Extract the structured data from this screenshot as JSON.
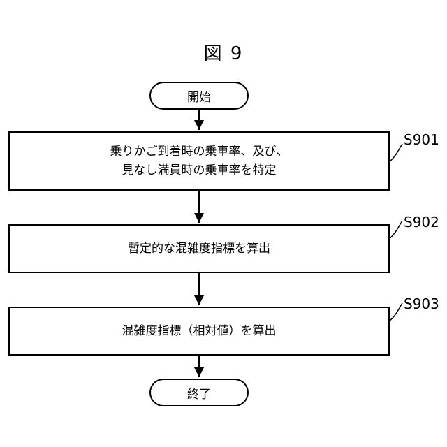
{
  "figure": {
    "title": "図 9"
  },
  "nodes": {
    "start": {
      "label": "開始"
    },
    "s901": {
      "step": "S901",
      "lines": [
        "乗りかご到着時の乗車率、及び、",
        "見なし満員時の乗車率を特定"
      ]
    },
    "s902": {
      "step": "S902",
      "lines": [
        "暫定的な混雑度指標を算出"
      ]
    },
    "s903": {
      "step": "S903",
      "lines": [
        "混雑度指標（相対値）を算出"
      ]
    },
    "end": {
      "label": "終了"
    }
  }
}
